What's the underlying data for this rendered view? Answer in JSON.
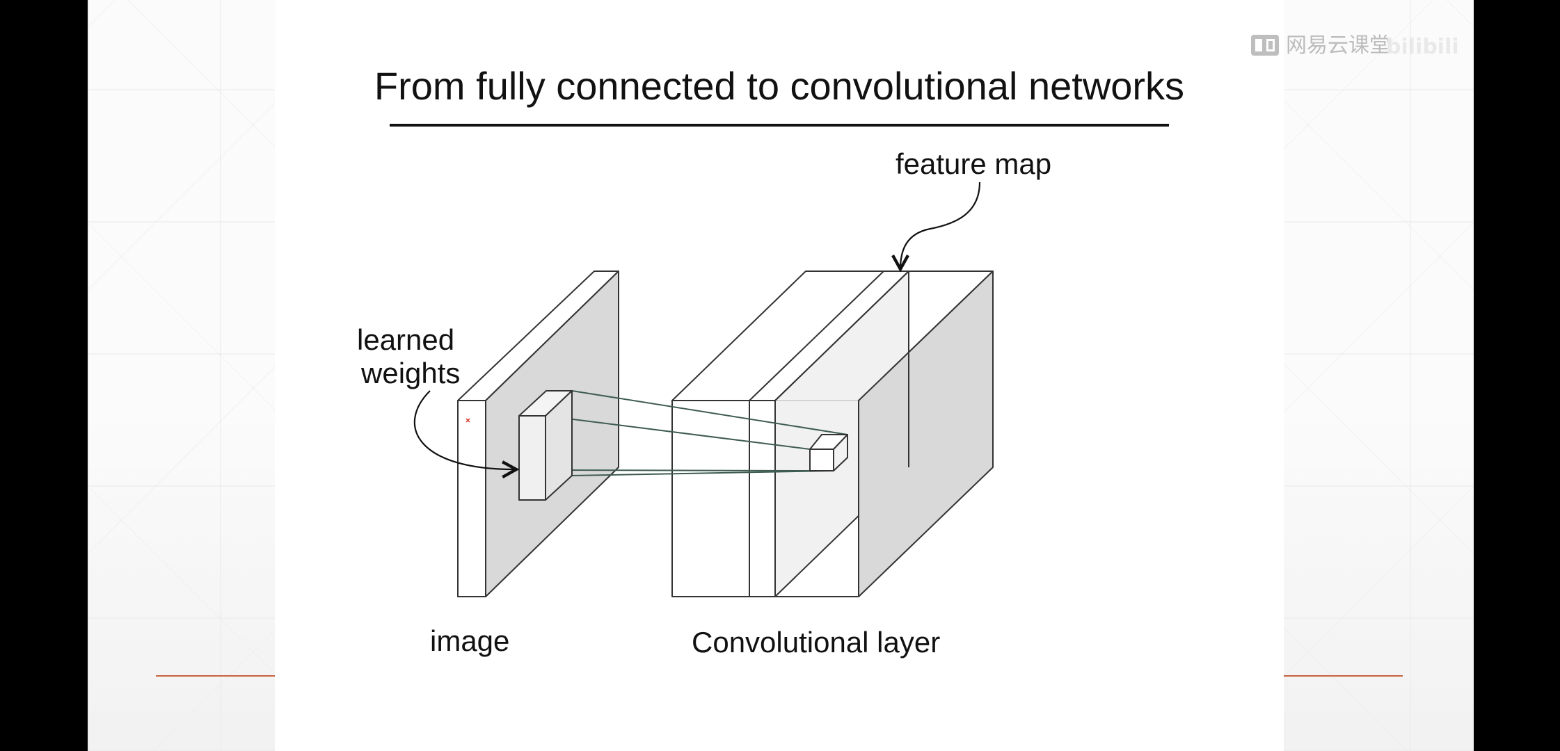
{
  "slide": {
    "title": "From fully connected to convolutional networks"
  },
  "watermark": {
    "brand": "网易云课堂",
    "site": "bilibili",
    "logo_icon": "netease-cloud-classroom-logo-icon"
  },
  "diagram": {
    "labels": {
      "learned_weights_line1": "learned",
      "learned_weights_line2": "weights",
      "feature_map": "feature map",
      "image": "image",
      "conv_layer": "Convolutional layer"
    }
  },
  "colors": {
    "letterbox": "#000000",
    "connector": "#3e5c4f",
    "accent_line": "#c8623f",
    "side_face": "#d9d9d9",
    "feature_map_plane": "#eeeeee",
    "outline": "#333333"
  }
}
